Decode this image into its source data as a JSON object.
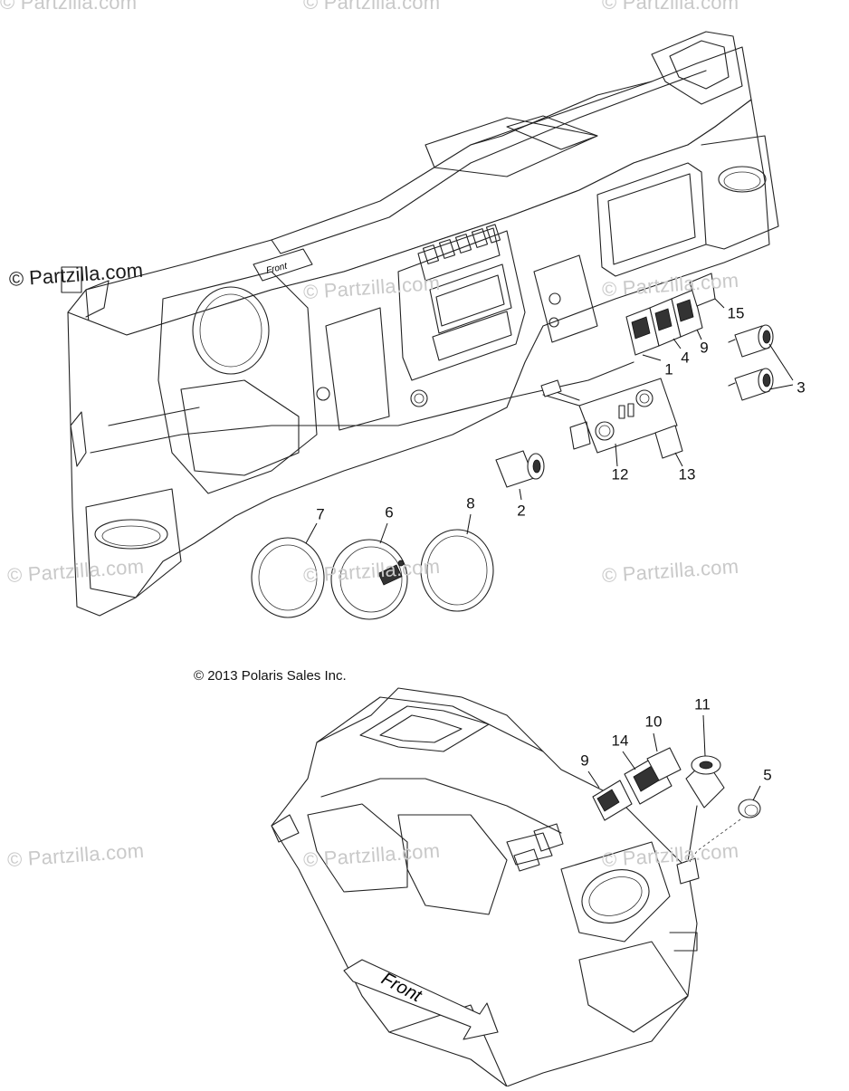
{
  "watermarks": {
    "text": "© Partzilla.com",
    "primary": "© Partzilla.com"
  },
  "copyright": "© 2013 Polaris Sales Inc.",
  "front_label_upper": "Front",
  "front_label_lower": "Front",
  "callouts": {
    "c1": "1",
    "c2": "2",
    "c3": "3",
    "c4": "4",
    "c5": "5",
    "c6": "6",
    "c7": "7",
    "c8": "8",
    "c9a": "9",
    "c9b": "9",
    "c10": "10",
    "c11": "11",
    "c12": "12",
    "c13": "13",
    "c14": "14",
    "c15": "15"
  },
  "colors": {
    "line": "#222222",
    "watermark": "#c9c9c9",
    "background": "#ffffff"
  }
}
